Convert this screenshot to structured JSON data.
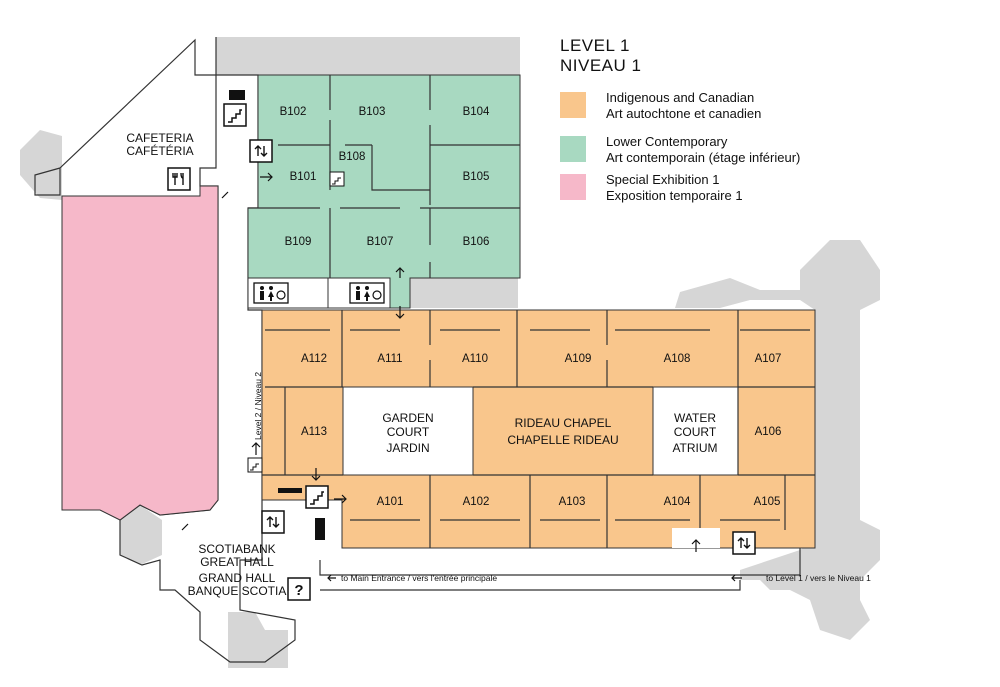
{
  "legend": {
    "title_en": "LEVEL 1",
    "title_fr": "NIVEAU 1",
    "items": [
      {
        "en": "Indigenous and Canadian",
        "fr": "Art autochtone et canadien",
        "color": "#f9c68c"
      },
      {
        "en": "Lower Contemporary",
        "fr": "Art contemporain (étage inférieur)",
        "color": "#a8d9c1"
      },
      {
        "en": "Special Exhibition 1",
        "fr": "Exposition temporaire 1",
        "color": "#f6b8c9"
      }
    ]
  },
  "colors": {
    "indigenous": "#f9c68c",
    "contemporary": "#a8d9c1",
    "special": "#f6b8c9",
    "building": "#d6d6d6",
    "outline": "#333333"
  },
  "rooms": {
    "b102": "B102",
    "b103": "B103",
    "b104": "B104",
    "b108": "B108",
    "b101": "B101",
    "b105": "B105",
    "b109": "B109",
    "b107": "B107",
    "b106": "B106",
    "a112": "A112",
    "a111": "A111",
    "a110": "A110",
    "a109": "A109",
    "a108": "A108",
    "a107": "A107",
    "a113": "A113",
    "a106": "A106",
    "a101": "A101",
    "a102": "A102",
    "a103": "A103",
    "a104": "A104",
    "a105": "A105"
  },
  "spaces": {
    "cafeteria_en": "CAFETERIA",
    "cafeteria_fr": "CAFÉTÉRIA",
    "garden_1": "GARDEN",
    "garden_2": "COURT",
    "garden_fr": "JARDIN",
    "chapel_en": "RIDEAU CHAPEL",
    "chapel_fr": "CHAPELLE RIDEAU",
    "water_1": "WATER",
    "water_2": "COURT",
    "water_fr": "ATRIUM",
    "great_hall_en_1": "SCOTIABANK",
    "great_hall_en_2": "GREAT HALL",
    "great_hall_fr_1": "GRAND HALL",
    "great_hall_fr_2": "BANQUE SCOTIA"
  },
  "directions": {
    "main_entrance": "to Main Entrance / vers l'entrée principale",
    "to_level1": "to Level 1 / vers le Niveau 1",
    "level2": "Level 2 / Niveau 2"
  },
  "icons": {
    "stairs": "stairs-icon",
    "elevator": "elevator-icon",
    "restroom": "restroom-icon",
    "cafeteria": "cafeteria-icon",
    "information": "information-icon",
    "arrow": "arrow-icon",
    "info_symbol": "?"
  }
}
